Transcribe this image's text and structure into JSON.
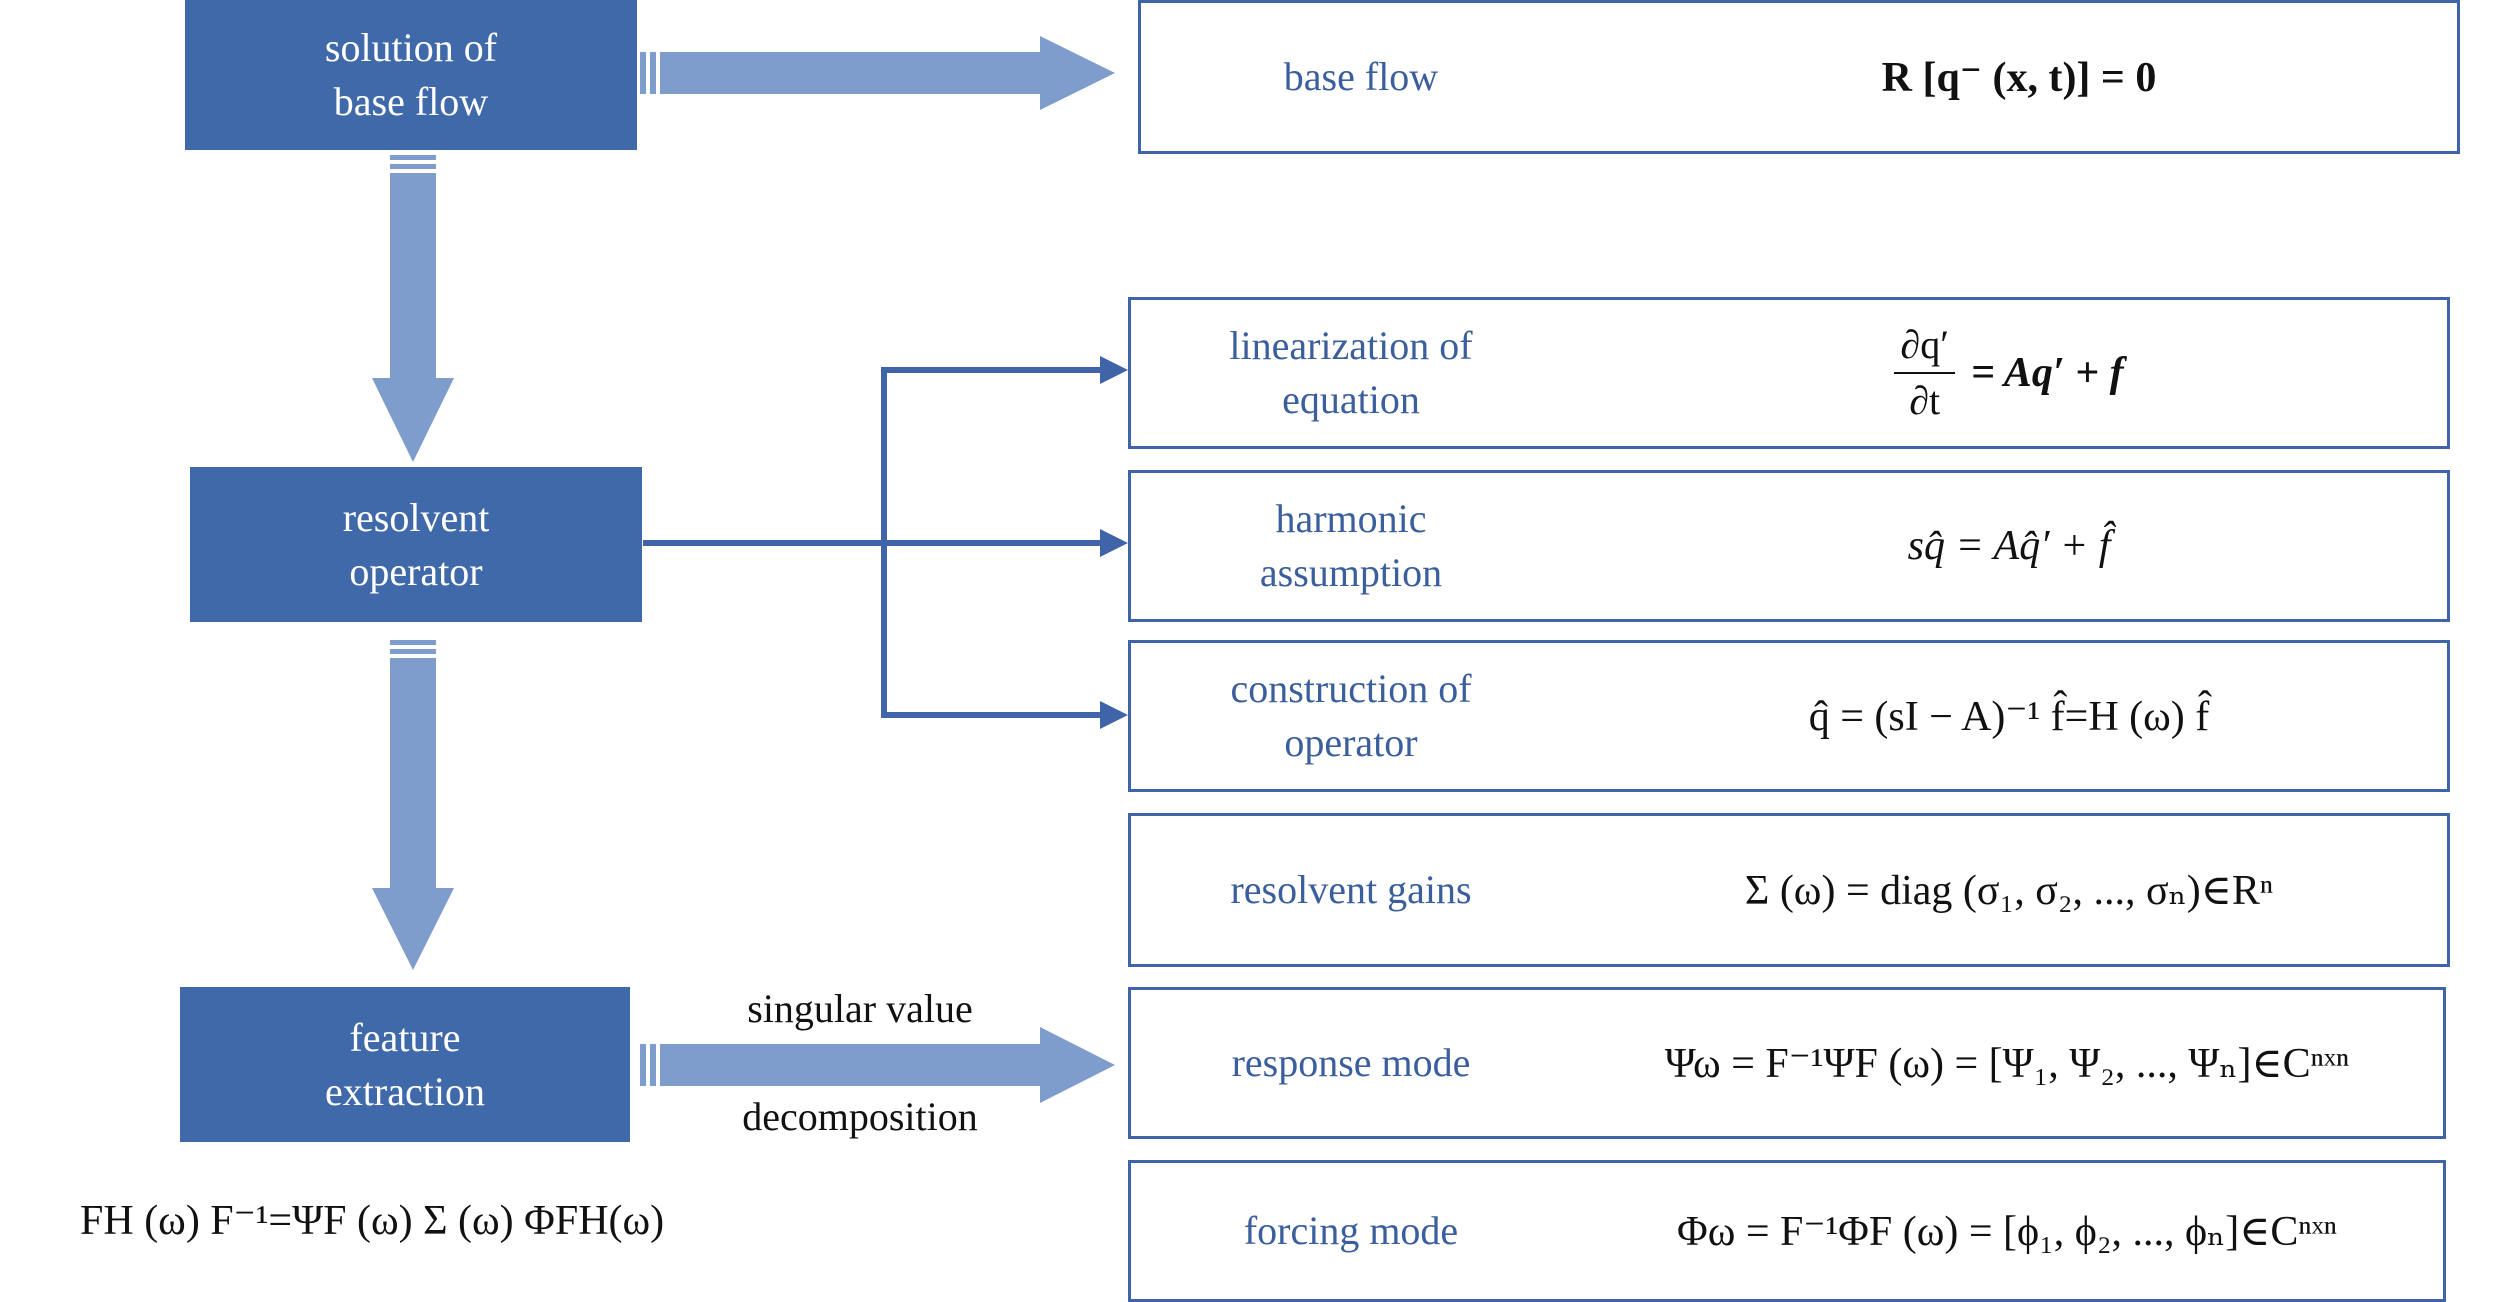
{
  "steps": {
    "base_solution": {
      "line1": "solution of",
      "line2": "base flow"
    },
    "resolvent": {
      "line1": "resolvent",
      "line2": "operator"
    },
    "feature": {
      "line1": "feature",
      "line2": "extraction"
    }
  },
  "svd": {
    "line1": "singular value",
    "line2": "decomposition"
  },
  "results": [
    {
      "label1": "base flow",
      "label2": "",
      "formula": "R [q⁻ (x, t)] = 0"
    },
    {
      "label1": "linearization of",
      "label2": "equation",
      "formula_num": "∂q′",
      "formula_den": "∂t",
      "formula": "= Aq′ + f"
    },
    {
      "label1": "harmonic",
      "label2": "assumption",
      "formula": "sq̂ = Aq̂′ + f̂"
    },
    {
      "label1": "construction of",
      "label2": "operator",
      "formula": "q̂ = (sI − A)⁻¹ f̂=H (ω) f̂"
    },
    {
      "label1": "resolvent gains",
      "label2": "",
      "formula": "Σ (ω) = diag (σ₁, σ₂, ..., σₙ)∈Rⁿ"
    },
    {
      "label1": "response mode",
      "label2": "",
      "formula": "Ψω = F⁻¹ΨF (ω) = [Ψ₁, Ψ₂, ..., Ψₙ]∈Cⁿˣⁿ"
    },
    {
      "label1": "forcing mode",
      "label2": "",
      "formula": "Φω = F⁻¹ΦF (ω) = [ϕ₁, ϕ₂, ..., ϕₙ]∈Cⁿˣⁿ"
    }
  ],
  "bottom_formula": "FH (ω) F⁻¹=ΨF (ω) Σ (ω) ΦFH(ω)",
  "colors": {
    "box_fill": "#4069aa",
    "arrow_fill": "#7f9dcc",
    "connector": "#3f64a8",
    "label_text": "#3b5e9c"
  }
}
